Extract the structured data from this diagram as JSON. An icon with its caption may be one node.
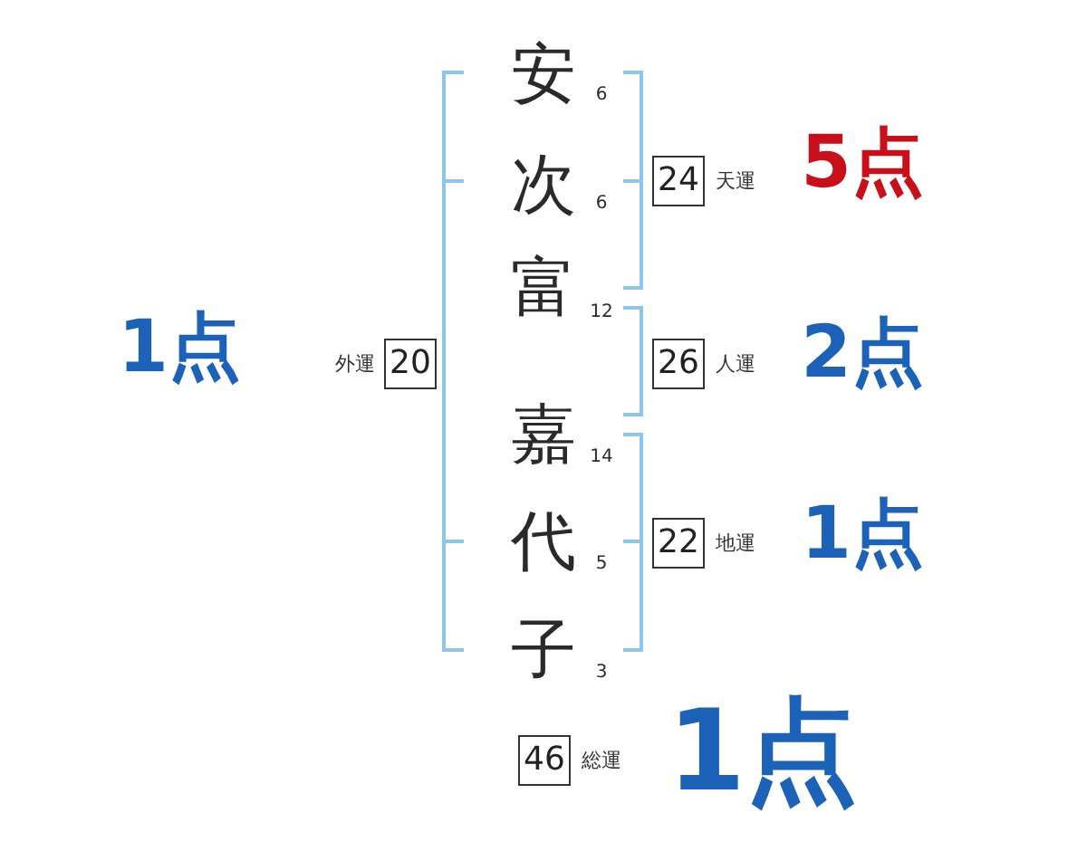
{
  "diagram": {
    "nodes": [
      {
        "text": [
          "24"
        ],
        "beside": [
          "天運"
        ]
      },
      {
        "text": [
          "20"
        ],
        "beside": [
          "外運"
        ]
      },
      {
        "text": [
          "26"
        ],
        "beside": [
          "人運"
        ]
      },
      {
        "text": [
          "22"
        ],
        "beside": [
          "地運"
        ]
      },
      {
        "text": [
          "46"
        ],
        "beside": [
          "総運"
        ]
      }
    ],
    "labels": [
      "安",
      "6",
      "次",
      "6",
      "富",
      "12",
      "嘉",
      "14",
      "代",
      "5",
      "子",
      "3",
      "5点",
      "1点",
      "2点",
      "1点",
      "1点"
    ]
  }
}
